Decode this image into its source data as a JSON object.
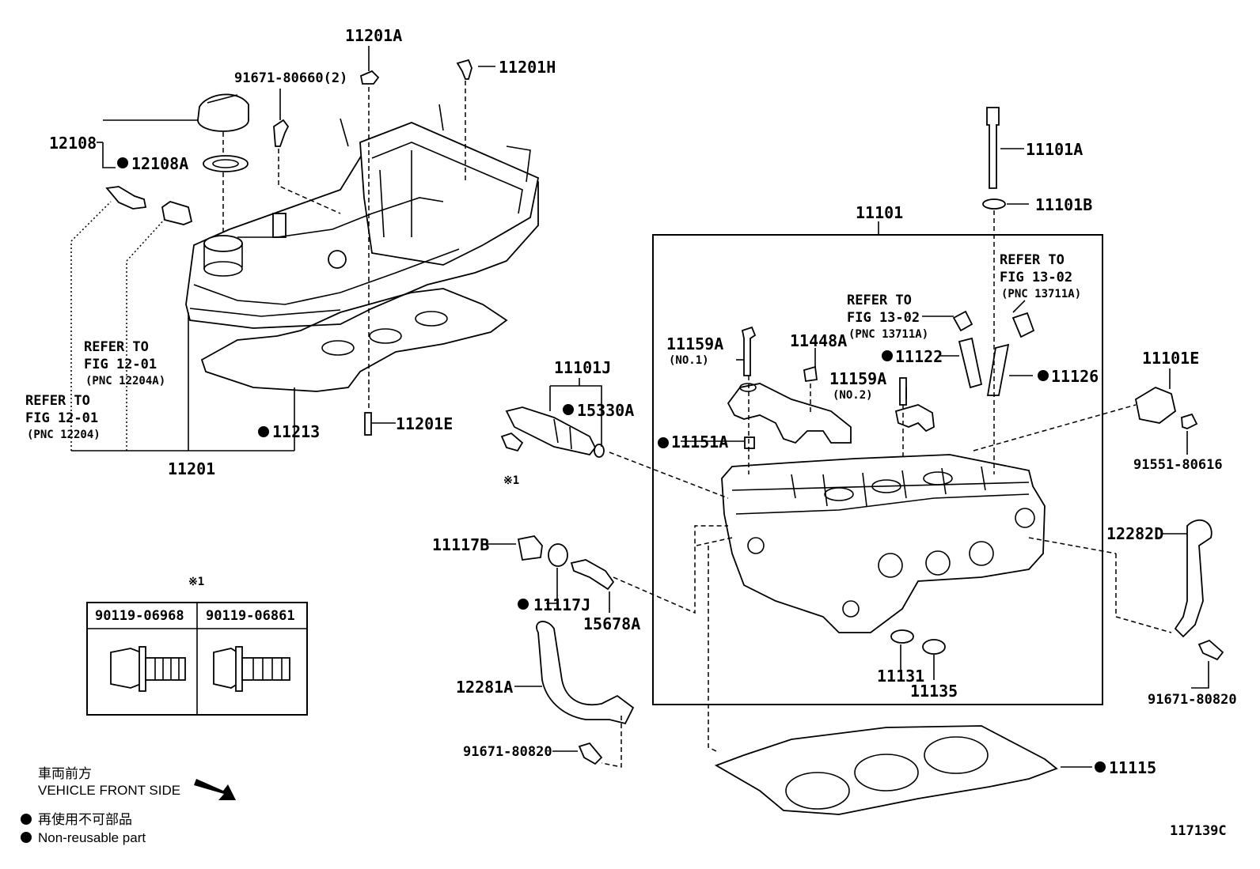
{
  "diagram_id": "117139C",
  "legend": {
    "direction_jp": "車両前方",
    "direction_en": "VEHICLE FRONT SIDE",
    "nonreusable_jp": "再使用不可部品",
    "nonreusable_en": "Non-reusable part"
  },
  "footnote": {
    "mark": "※1",
    "table_headers": [
      "90119-06968",
      "90119-06861"
    ]
  },
  "labels": {
    "p11201A": "11201A",
    "p91671_80660": "91671-80660(2)",
    "p11201H": "11201H",
    "p12108": "12108",
    "p12108A": "12108A",
    "refer_fig_1201_a1": "REFER TO",
    "refer_fig_1201_a2": "FIG 12-01",
    "refer_fig_1201_a3": "(PNC 12204A)",
    "refer_fig_1201_b1": "REFER TO",
    "refer_fig_1201_b2": "FIG 12-01",
    "refer_fig_1201_b3": "(PNC 12204)",
    "p11213": "11213",
    "p11201": "11201",
    "p11201E": "11201E",
    "p11101J": "11101J",
    "p15330A": "15330A",
    "mark1": "※1",
    "p11101": "11101",
    "p11101A": "11101A",
    "p11101B": "11101B",
    "refer_fig_1302_a1": "REFER TO",
    "refer_fig_1302_a2": "FIG 13-02",
    "refer_fig_1302_a3": "(PNC 13711A)",
    "refer_fig_1302_b1": "REFER TO",
    "refer_fig_1302_b2": "FIG 13-02",
    "refer_fig_1302_b3": "(PNC 13711A)",
    "p11159A_1": "11159A",
    "p11159A_1_sub": "(NO.1)",
    "p11448A": "11448A",
    "p11122": "11122",
    "p11126": "11126",
    "p11159A_2": "11159A",
    "p11159A_2_sub": "(NO.2)",
    "p11151A": "11151A",
    "p11101E": "11101E",
    "p91551_80616": "91551-80616",
    "p12282D": "12282D",
    "p91671_80820_r": "91671-80820",
    "p11117B": "11117B",
    "p11117J": "11117J",
    "p15678A": "15678A",
    "p11131": "11131",
    "p11135": "11135",
    "p12281A": "12281A",
    "p91671_80820_l": "91671-80820",
    "p11115": "11115"
  }
}
